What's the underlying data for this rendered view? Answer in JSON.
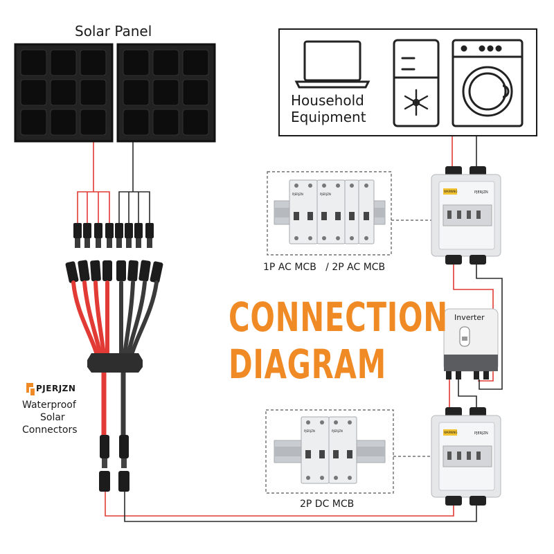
{
  "labels": {
    "solar_panel": "Solar Panel",
    "household_line1": "Household",
    "household_line2": "Equipment",
    "ac_mcb": "1P AC MCB   / 2P AC MCB",
    "dc_mcb": "2P DC MCB",
    "inverter": "Inverter",
    "brand": "PJERJZN",
    "connectors_line1": "Waterproof",
    "connectors_line2": "Solar",
    "connectors_line3": "Connectors"
  },
  "title": {
    "line1": "CONNECTION",
    "line2": "DIAGRAM"
  },
  "device_text": {
    "box_brand": "PJERJZN",
    "warning": "WARNING",
    "breaker_brand": "PJERJZN"
  },
  "colors": {
    "accent": "#f08a24",
    "positive_wire": "#e23a34",
    "negative_wire": "#2b2b2b",
    "panel": "#111111",
    "frame": "#1a1a1a",
    "breaker_body": "#e9eaec"
  },
  "icons": [
    "laptop-icon",
    "refrigerator-icon",
    "washing-machine-icon",
    "snowflake-icon",
    "brand-logo-icon"
  ]
}
